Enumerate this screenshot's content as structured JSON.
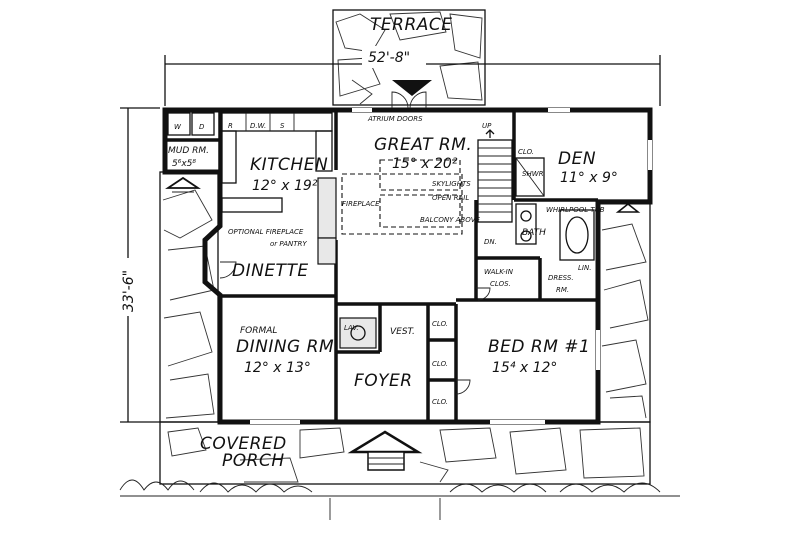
{
  "plan": {
    "dimensions": {
      "width": "52'-8\"",
      "depth": "33'-6\""
    },
    "rooms": {
      "terrace": {
        "name": "TERRACE"
      },
      "mud_room": {
        "name": "MUD RM.",
        "size": "5⁶x5⁸"
      },
      "kitchen": {
        "name": "KITCHEN",
        "size": "12° x 19²"
      },
      "great_room": {
        "name": "GREAT RM.",
        "size": "15° x 20²"
      },
      "den": {
        "name": "DEN",
        "size": "11° x 9°"
      },
      "dinette": {
        "name": "DINETTE"
      },
      "dining": {
        "name_line1": "FORMAL",
        "name_line2": "DINING RM.",
        "size": "12° x 13°"
      },
      "bedroom": {
        "name": "BED RM #1",
        "size": "15⁴ x 12°"
      },
      "foyer": {
        "name": "FOYER"
      },
      "vestibule": {
        "name": "VEST."
      },
      "lav": {
        "name": "LAV."
      },
      "bath": {
        "name": "BATH"
      },
      "walk_in_closet": {
        "name_line1": "WALK-IN",
        "name_line2": "CLOS."
      },
      "dress_room": {
        "name_line1": "DRESS.",
        "name_line2": "RM."
      },
      "porch": {
        "name_line1": "COVERED",
        "name_line2": "PORCH"
      }
    },
    "annotations": {
      "atrium_doors": "ATRIUM DOORS",
      "up": "UP",
      "dn": "DN.",
      "skylights": "SKYLIGHTS",
      "open_rail": "OPEN RAIL",
      "balcony_above": "BALCONY ABOVE",
      "fireplace": "FIREPLACE",
      "optional_fireplace": "OPTIONAL FIREPLACE",
      "or_pantry": "or PANTRY",
      "whirlpool_tub": "WHIRLPOOL TUB",
      "shwr": "SHWR",
      "closet": "CLO.",
      "lin": "LIN.",
      "kitchen_appliances": [
        "W",
        "D",
        "R",
        "D.W.",
        "S"
      ]
    }
  }
}
